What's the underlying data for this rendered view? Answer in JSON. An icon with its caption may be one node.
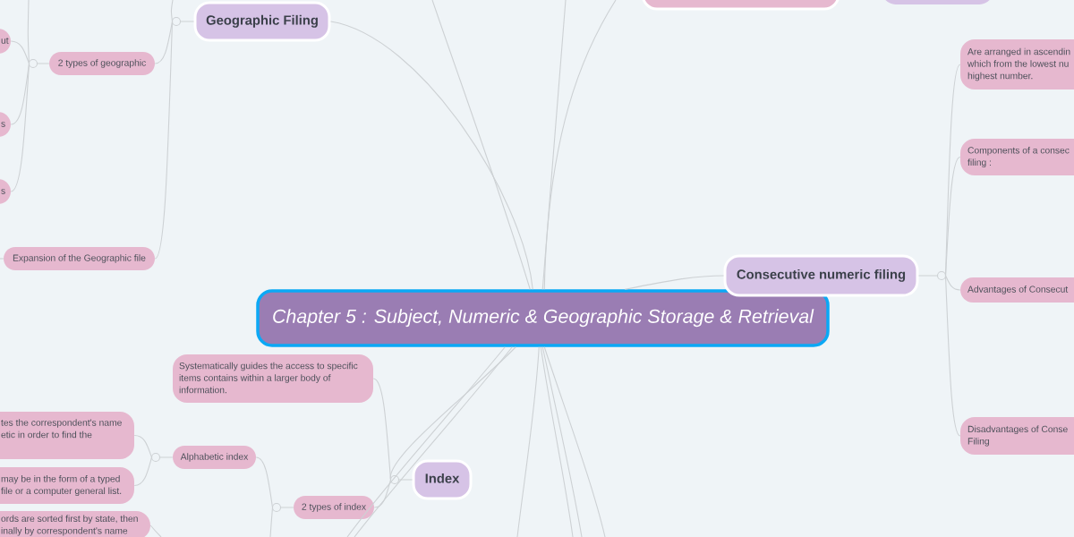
{
  "diagram": {
    "nodes": [
      {
        "text": [
          "Chapter 5 : Subject, Numeric & Geographic Storage & Retrieval"
        ]
      },
      {
        "text": [
          "Geographic Filing"
        ]
      },
      {
        "text": [],
        "shape": "box"
      },
      {
        "text": [],
        "shape": "box"
      },
      {
        "text": [
          "ut"
        ]
      },
      {
        "text": [
          "2 types of geographic"
        ]
      },
      {
        "text": [
          "s"
        ]
      },
      {
        "text": [
          "s"
        ]
      },
      {
        "text": [
          "Expansion of the Geographic file"
        ]
      },
      {
        "text": [
          "Are arranged in ascendin which from the lowest nu highest number."
        ]
      },
      {
        "text": [
          "Components of a consec filing :"
        ]
      },
      {
        "text": [
          "Consecutive numeric filing"
        ]
      },
      {
        "text": [
          "Advantages of Consecut"
        ]
      },
      {
        "text": [
          "Disadvantages of Conse Filing"
        ]
      },
      {
        "text": [
          "Systematically guides the access to specific items contains within a larger body of information."
        ]
      },
      {
        "text": [
          "tes the correspondent's name etic in order to find the"
        ]
      },
      {
        "text": [
          "Alphabetic index"
        ]
      },
      {
        "text": [
          "Index"
        ]
      },
      {
        "text": [
          "may be in the form of a typed file or a computer general list."
        ]
      },
      {
        "text": [
          "2 types of index"
        ]
      },
      {
        "text": [
          "ords are sorted first by state, then inally by correspondent's name"
        ]
      }
    ],
    "edges": [
      {
        "from": 0,
        "to": 1,
        "arrow": "none"
      },
      {
        "from": 0,
        "to": null,
        "arrow": "none"
      },
      {
        "from": 0,
        "to": 11,
        "arrow": "none"
      },
      {
        "from": 0,
        "to": 17,
        "arrow": "none"
      },
      {
        "from": 1,
        "to": 5,
        "arrow": "none"
      },
      {
        "from": 1,
        "to": 8,
        "arrow": "none"
      },
      {
        "from": 5,
        "to": 4,
        "arrow": "none"
      },
      {
        "from": 5,
        "to": 6,
        "arrow": "none"
      },
      {
        "from": 5,
        "to": 7,
        "arrow": "none"
      },
      {
        "from": 11,
        "to": 9,
        "arrow": "none"
      },
      {
        "from": 11,
        "to": 10,
        "arrow": "none"
      },
      {
        "from": 11,
        "to": 12,
        "arrow": "none"
      },
      {
        "from": 11,
        "to": 13,
        "arrow": "none"
      },
      {
        "from": 17,
        "to": 14,
        "arrow": "none"
      },
      {
        "from": 17,
        "to": 19,
        "arrow": "none"
      },
      {
        "from": 19,
        "to": 16,
        "arrow": "none"
      },
      {
        "from": 16,
        "to": 15,
        "arrow": "none"
      },
      {
        "from": 16,
        "to": 18,
        "arrow": "none"
      },
      {
        "from": 0,
        "to": null,
        "arrow": "none"
      },
      {
        "from": 0,
        "to": null,
        "arrow": "none"
      },
      {
        "from": 0,
        "to": null,
        "arrow": "none"
      },
      {
        "from": 0,
        "to": null,
        "arrow": "none"
      },
      {
        "from": 0,
        "to": null,
        "arrow": "none"
      },
      {
        "from": 0,
        "to": null,
        "arrow": "none"
      },
      {
        "from": 0,
        "to": null,
        "arrow": "none"
      },
      {
        "from": 0,
        "to": null,
        "arrow": "none"
      },
      {
        "from": 1,
        "to": null,
        "arrow": "none"
      },
      {
        "from": 5,
        "to": null,
        "arrow": "none"
      },
      {
        "from": 8,
        "to": null,
        "arrow": "none"
      },
      {
        "from": 19,
        "to": null,
        "arrow": "none"
      },
      {
        "from": 20,
        "to": null,
        "arrow": "none"
      }
    ]
  }
}
